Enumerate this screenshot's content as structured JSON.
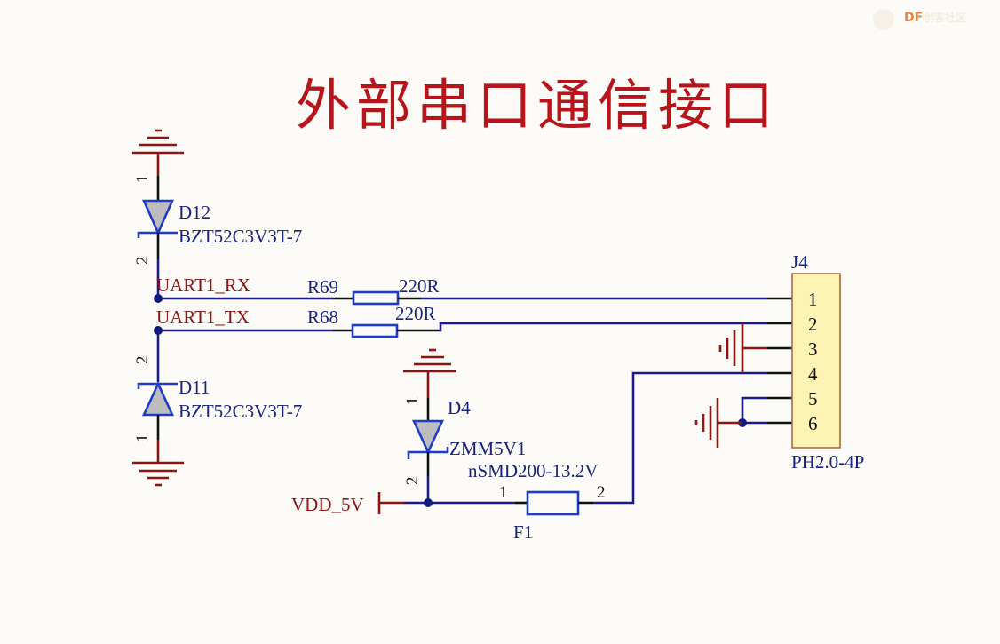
{
  "title": "外部串口通信接口",
  "watermark": {
    "brand": "DF",
    "rest": "创客社区"
  },
  "nets": {
    "rx": "UART1_RX",
    "tx": "UART1_TX",
    "vdd": "VDD_5V"
  },
  "components": {
    "d12": {
      "ref": "D12",
      "value": "BZT52C3V3T-7",
      "pin_top": "1",
      "pin_bottom": "2"
    },
    "d11": {
      "ref": "D11",
      "value": "BZT52C3V3T-7",
      "pin_top": "2",
      "pin_bottom": "1"
    },
    "d4": {
      "ref": "D4",
      "value": "ZMM5V1",
      "pin_top": "1",
      "pin_bottom": "2"
    },
    "r69": {
      "ref": "R69",
      "value": "220R"
    },
    "r68": {
      "ref": "R68",
      "value": "220R"
    },
    "f1": {
      "ref": "F1",
      "value": "nSMD200-13.2V",
      "pin_left": "1",
      "pin_right": "2"
    },
    "j4": {
      "ref": "J4",
      "value": "PH2.0-4P",
      "pins": [
        "1",
        "2",
        "3",
        "4",
        "5",
        "6"
      ]
    }
  },
  "colors": {
    "title": "#b8141c",
    "wire": "#1a1a8c",
    "component": "#1f3cc8",
    "power": "#8b1414",
    "connector_fill": "#fdf3b4",
    "background": "#fdfbf7"
  }
}
